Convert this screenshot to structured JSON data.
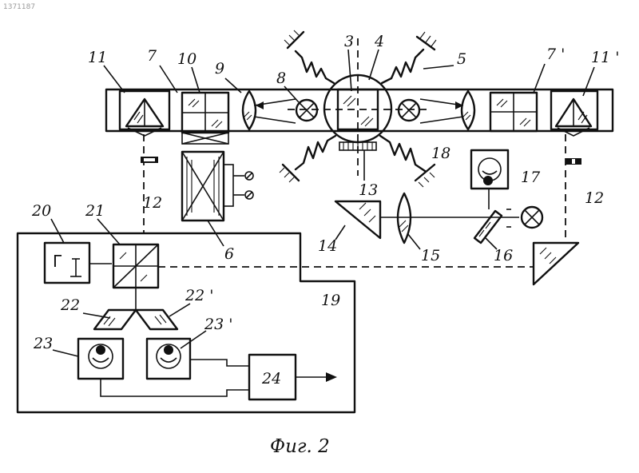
{
  "doc_id": "1371187",
  "figure_caption": "Фиг. 2",
  "generator_symbol": "Г",
  "labels": {
    "n3": "3",
    "n4": "4",
    "n5": "5",
    "n6": "6",
    "n7": "7",
    "n7p": "7 '",
    "n8": "8",
    "n9": "9",
    "n10": "10",
    "n11": "11",
    "n11p": "11 '",
    "n12a": "12",
    "n12b": "12",
    "n13": "13",
    "n14": "14",
    "n15": "15",
    "n16": "16",
    "n17": "17",
    "n18": "18",
    "n19": "19",
    "n20": "20",
    "n21": "21",
    "n22": "22",
    "n22p": "22 '",
    "n23": "23",
    "n23p": "23 '",
    "n24": "24"
  }
}
